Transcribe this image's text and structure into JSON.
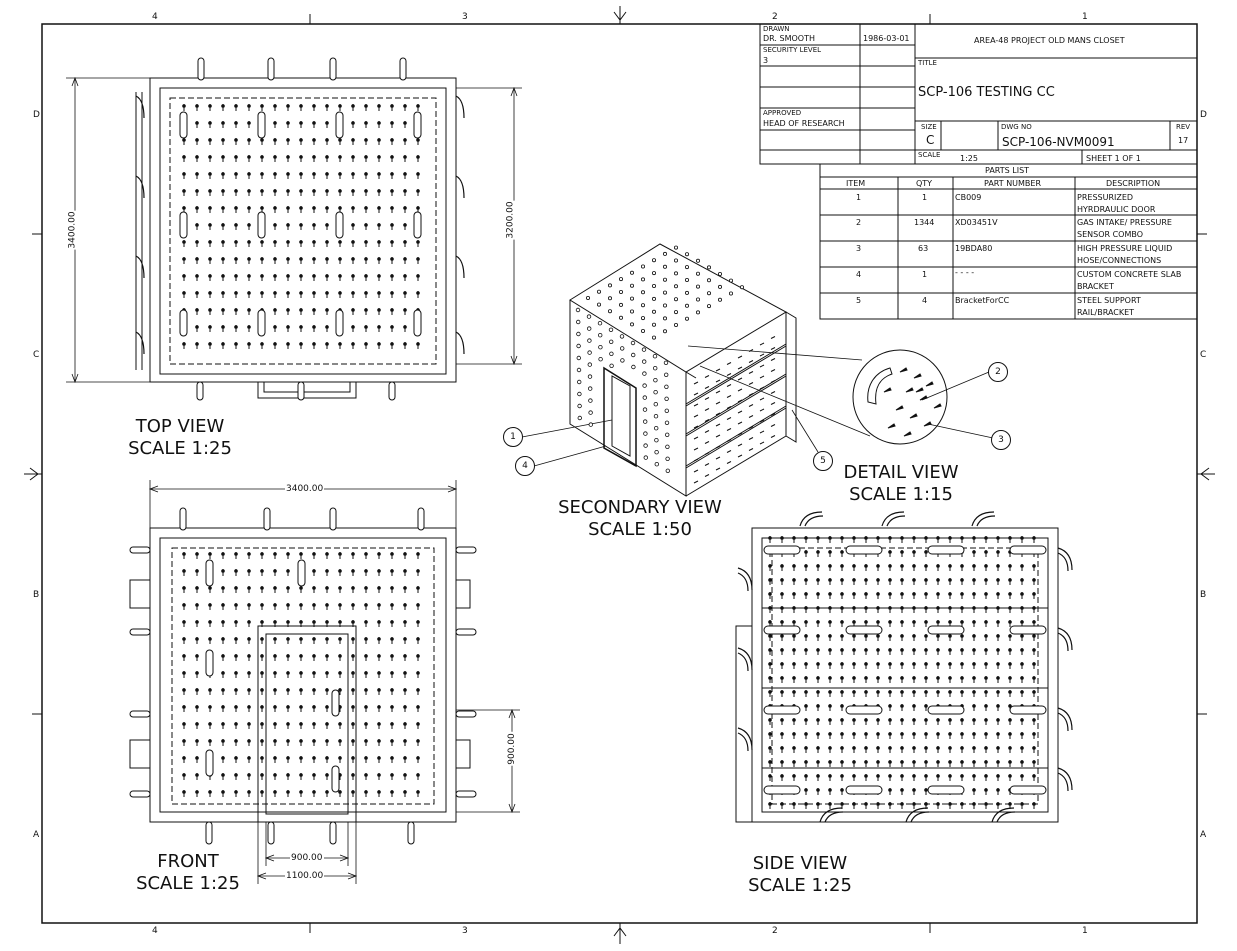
{
  "zones": {
    "columns_top": [
      "4",
      "3",
      "2",
      "1"
    ],
    "columns_bottom": [
      "4",
      "3",
      "2",
      "1"
    ],
    "rows_left": [
      "D",
      "C",
      "B",
      "A"
    ],
    "rows_right": [
      "D",
      "C",
      "B",
      "A"
    ]
  },
  "title_block": {
    "drawn_label": "DRAWN",
    "drawn_by": "DR. SMOOTH",
    "drawn_date": "1986-03-01",
    "security_label": "SECURITY LEVEL",
    "security_value": "3",
    "approved_label": "APPROVED",
    "approved_by": "HEAD OF RESEARCH",
    "company": "AREA-48 PROJECT OLD MANS CLOSET",
    "title_label": "TITLE",
    "title": "SCP-106 TESTING CC",
    "size_label": "SIZE",
    "size_value": "C",
    "dwg_no_label": "DWG NO",
    "dwg_no": "SCP-106-NVM0091",
    "rev_label": "REV",
    "rev_value": "17",
    "scale_label": "SCALE",
    "scale_value": "1:25",
    "sheet": "SHEET 1  OF 1"
  },
  "parts_list": {
    "heading": "PARTS LIST",
    "columns": [
      "ITEM",
      "QTY",
      "PART NUMBER",
      "DESCRIPTION"
    ],
    "rows": [
      {
        "item": "1",
        "qty": "1",
        "part": "CB009",
        "desc1": "PRESSURIZED",
        "desc2": "HYRDRAULIC DOOR"
      },
      {
        "item": "2",
        "qty": "1344",
        "part": "XD03451V",
        "desc1": "GAS INTAKE/ PRESSURE",
        "desc2": "SENSOR COMBO"
      },
      {
        "item": "3",
        "qty": "63",
        "part": "19BDA80",
        "desc1": "HIGH PRESSURE LIQUID",
        "desc2": "HOSE/CONNECTIONS"
      },
      {
        "item": "4",
        "qty": "1",
        "part": "- - - -",
        "desc1": "CUSTOM CONCRETE SLAB",
        "desc2": "BRACKET"
      },
      {
        "item": "5",
        "qty": "4",
        "part": "BracketForCC",
        "desc1": "STEEL SUPPORT",
        "desc2": "RAIL/BRACKET"
      }
    ]
  },
  "views": {
    "top": {
      "name": "TOP VIEW",
      "scale": "SCALE 1:25",
      "dim_height": "3400.00",
      "dim_width": "3200.00"
    },
    "front": {
      "name": "FRONT",
      "scale": "SCALE 1:25",
      "dim_width": "3400.00",
      "dim_door_height": "900.00",
      "dim_door_width": "900.00",
      "dim_frame_width": "1100.00"
    },
    "secondary": {
      "name": "SECONDARY VIEW",
      "scale": "SCALE 1:50"
    },
    "detail": {
      "name": "DETAIL VIEW",
      "scale": "SCALE 1:15"
    },
    "side": {
      "name": "SIDE VIEW",
      "scale": "SCALE 1:25"
    }
  },
  "balloons": [
    "1",
    "2",
    "3",
    "4",
    "5"
  ]
}
